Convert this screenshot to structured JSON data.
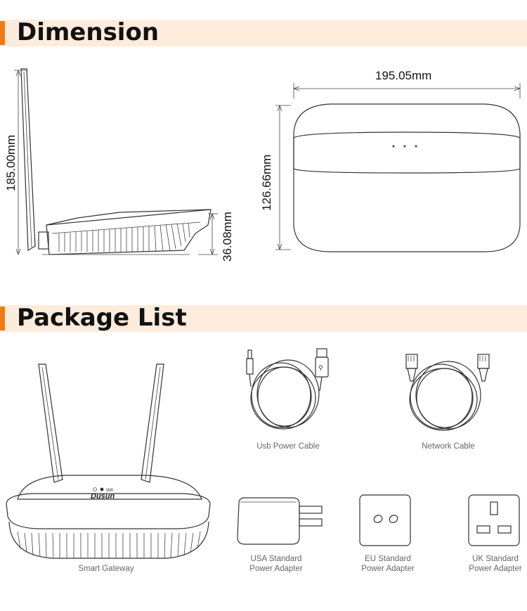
{
  "sections": {
    "dimension": {
      "title": "Dimension"
    },
    "package": {
      "title": "Package List"
    }
  },
  "dimensions": {
    "antenna_height": "185.00mm",
    "body_height": "36.08mm",
    "width": "195.05mm",
    "depth": "126.66mm"
  },
  "package_items": {
    "usb_cable": "Usb Power Cable",
    "network_cable": "Network Cable",
    "gateway": "Smart Gateway",
    "usa_adapter_1": "USA Standard",
    "usa_adapter_2": "Power Adapter",
    "eu_adapter_1": "EU Standard",
    "eu_adapter_2": "Power Adapter",
    "uk_adapter_1": "UK Standard",
    "uk_adapter_2": "Power Adapter"
  },
  "device": {
    "brand": "Dusun"
  },
  "colors": {
    "accent": "#f07a14",
    "header_bg": "#fdebdc"
  }
}
